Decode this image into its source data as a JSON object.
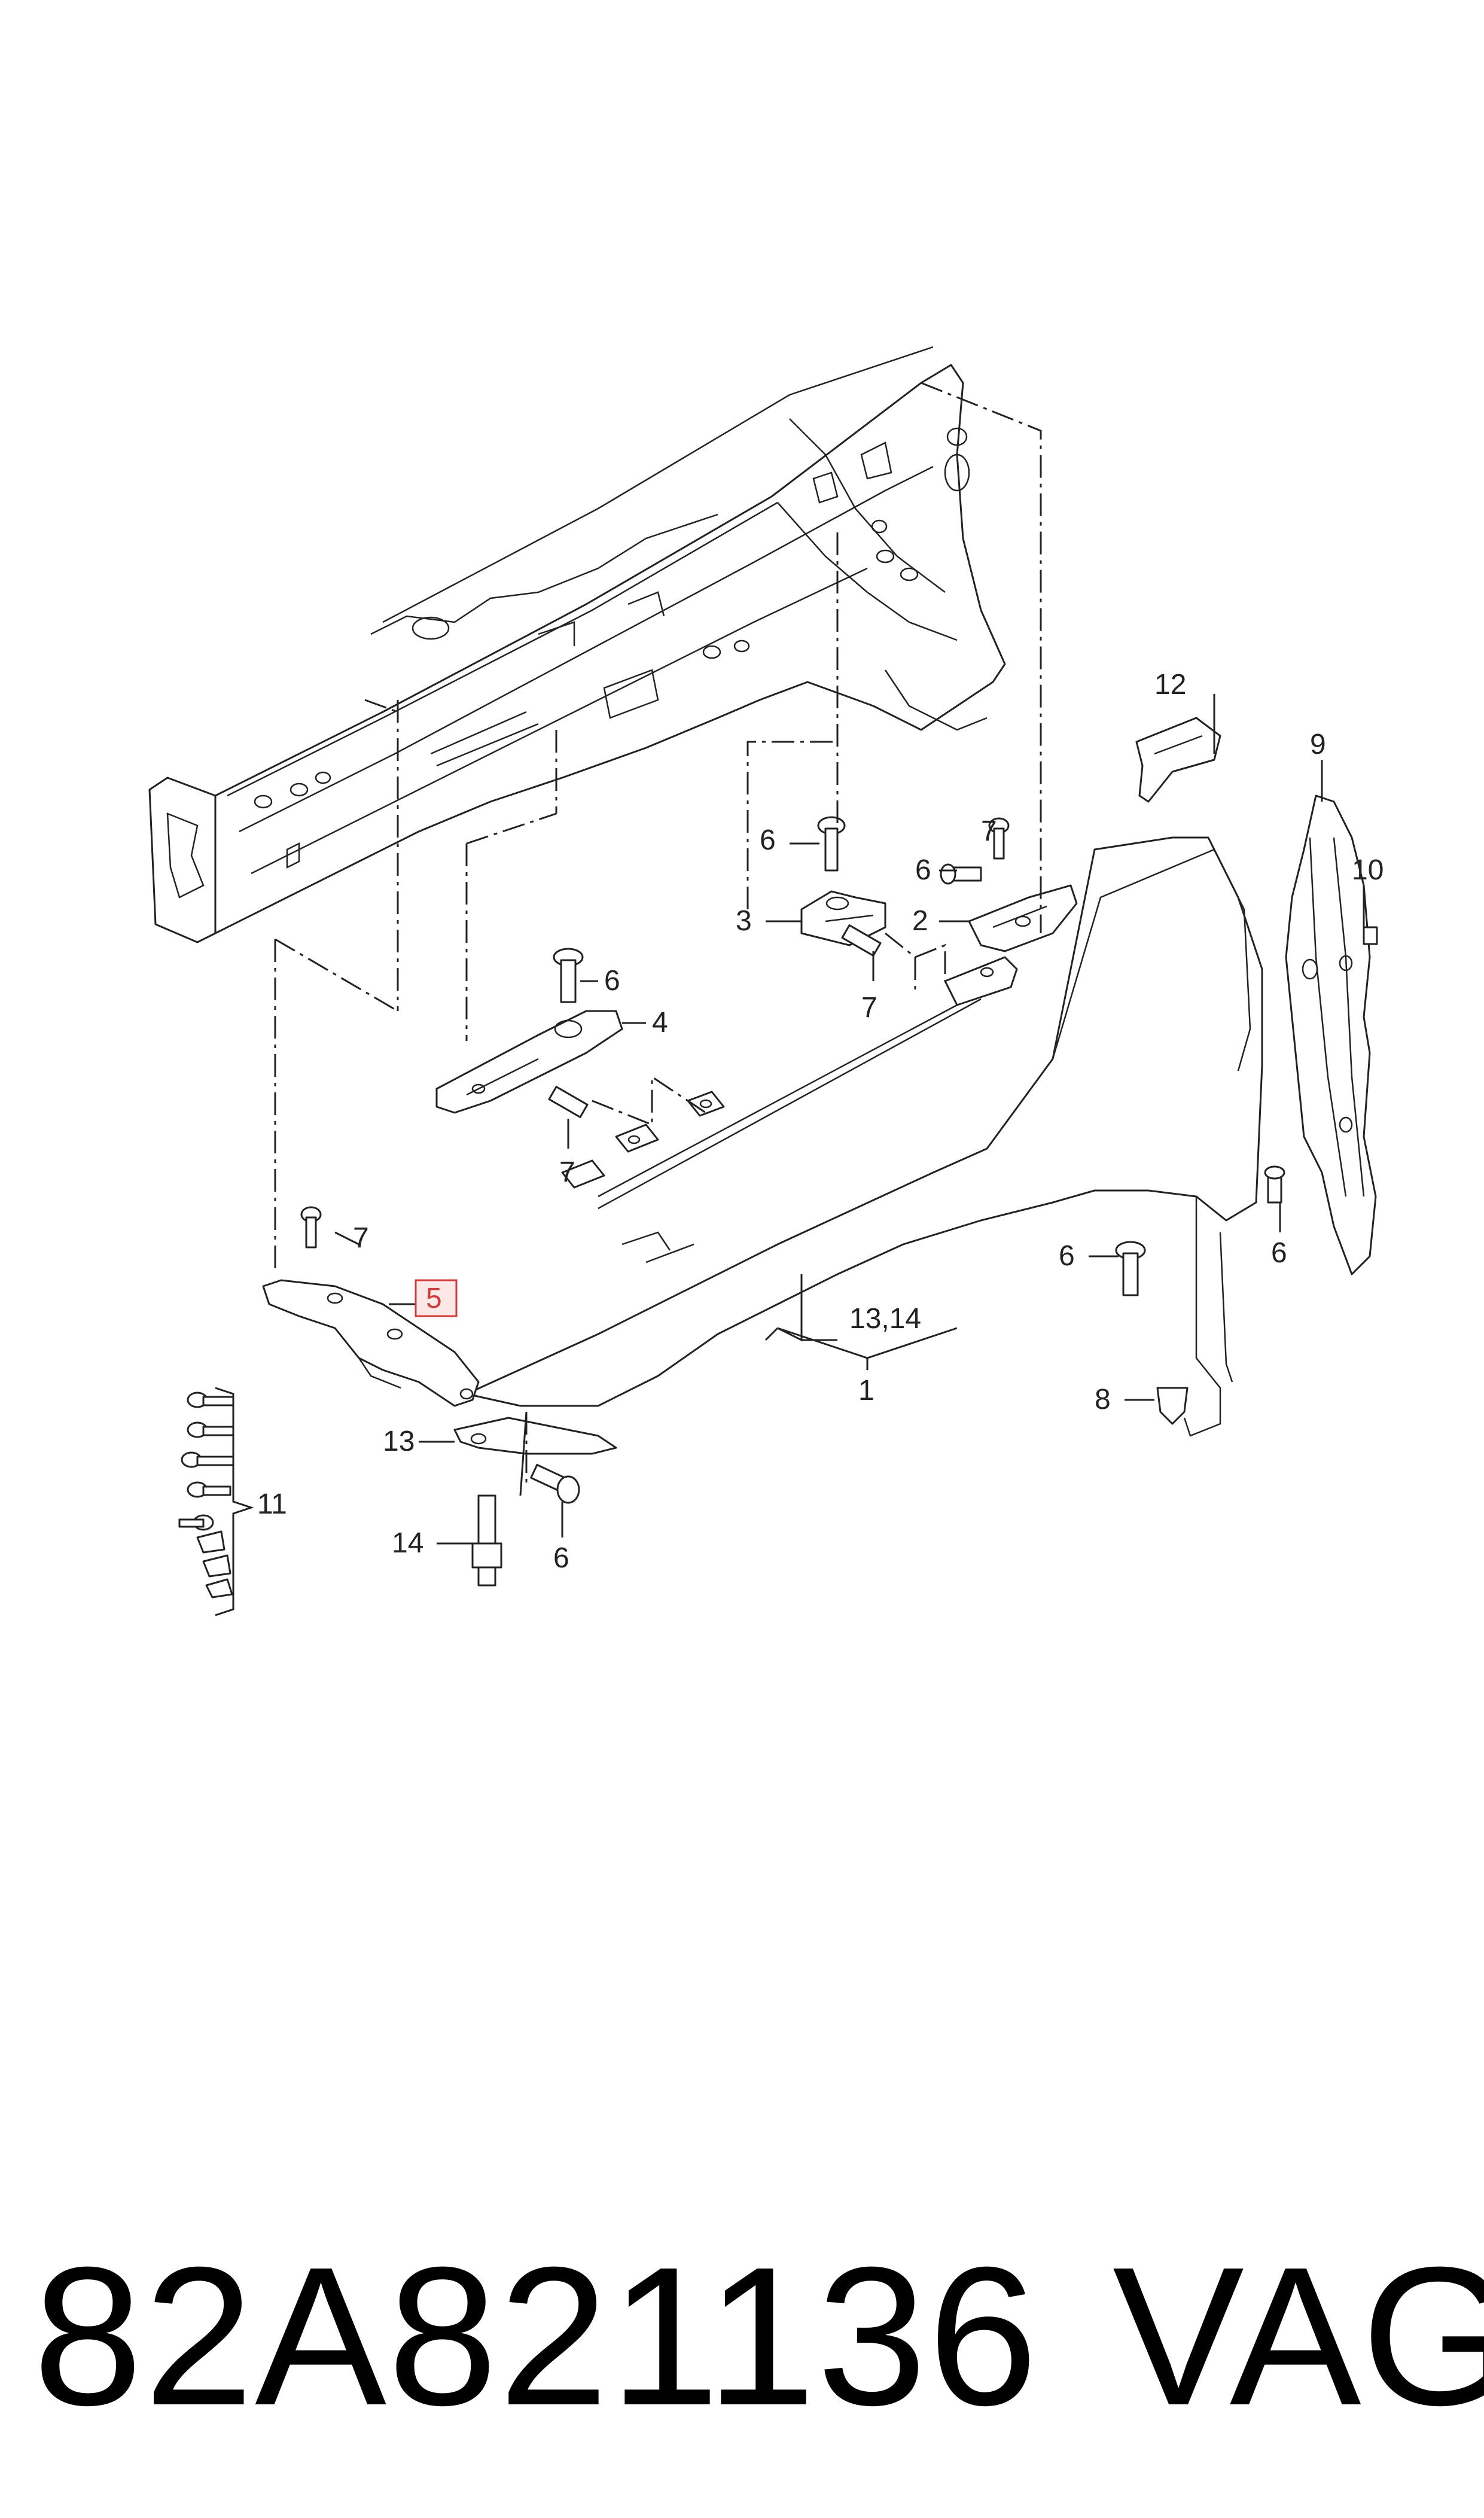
{
  "callouts": {
    "c12": "12",
    "c9": "9",
    "c10": "10",
    "c7_top": "7",
    "c6_top": "6",
    "c6_mid": "6",
    "c3": "3",
    "c2": "2",
    "c7_bracket3": "7",
    "c6_bracket4": "6",
    "c4": "4",
    "c7_bracket4": "7",
    "c6_liner": "6",
    "c7_bracket5": "7",
    "c5": "5",
    "c1331": "13,14",
    "c1": "1",
    "c6_wheel": "6",
    "c8": "8",
    "c13": "13",
    "c11": "11",
    "c14": "14",
    "c6_bottom": "6"
  },
  "highlight": {
    "color": "#d23c3c",
    "fill": "#fde8e8",
    "callout": "5"
  },
  "footer": {
    "part_number": "82A821136",
    "brand": "VAG"
  }
}
